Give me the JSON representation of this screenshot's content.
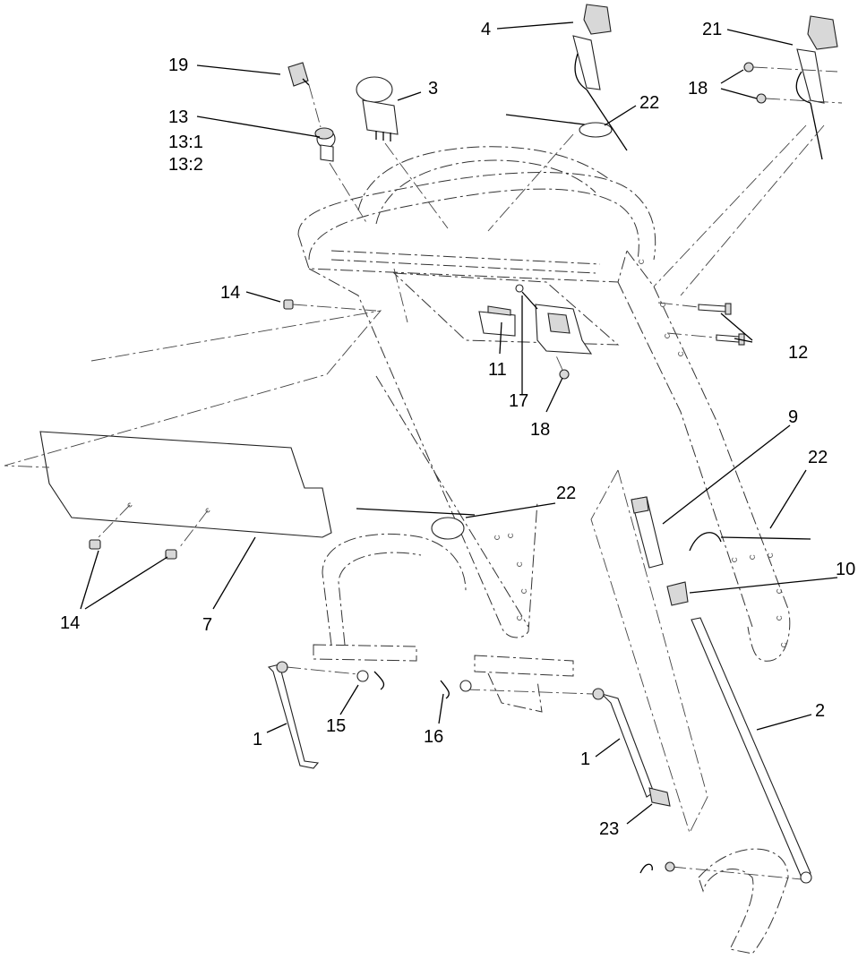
{
  "callouts": {
    "c1a": "1",
    "c1b": "1",
    "c2": "2",
    "c3": "3",
    "c4": "4",
    "c7": "7",
    "c9": "9",
    "c10": "10",
    "c11": "11",
    "c12": "12",
    "c13": "13",
    "c13_1": "13:1",
    "c13_2": "13:2",
    "c14a": "14",
    "c14b": "14",
    "c15": "15",
    "c16": "16",
    "c17": "17",
    "c18a": "18",
    "c18b": "18",
    "c19": "19",
    "c21": "21",
    "c22a": "22",
    "c22b": "22",
    "c22c": "22",
    "c23": "23"
  }
}
